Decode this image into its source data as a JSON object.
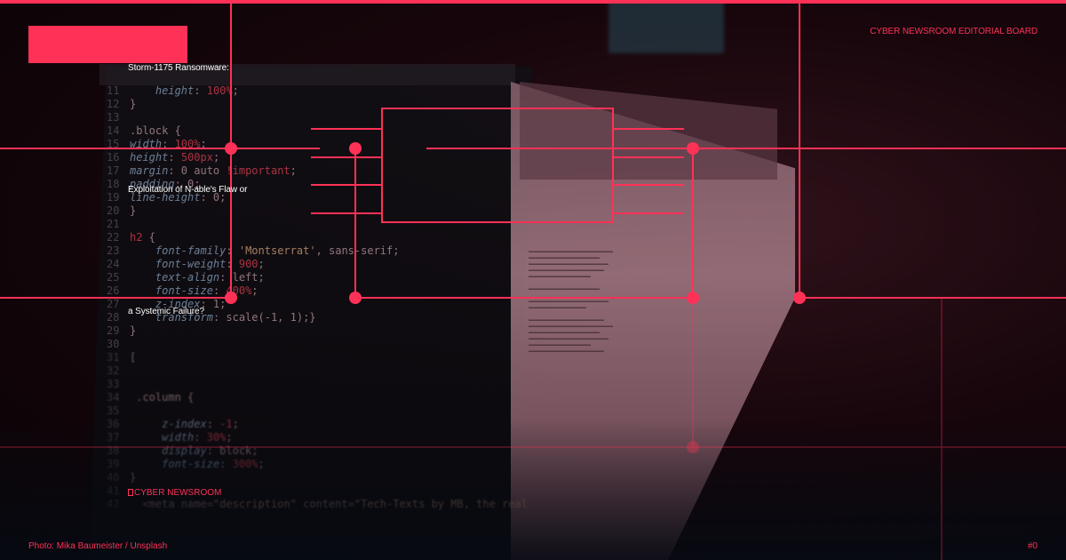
{
  "accent_color": "#ff3157",
  "board_label": "CYBER NEWSROOM EDITORIAL BOARD",
  "headline": {
    "line1": "Storm-1175 Ransomware:",
    "line2": "Exploitation of N-able's Flaw or",
    "line3": "a Systemic Failure?"
  },
  "source_label": "CYBER NEWSROOM",
  "source_icon": "bracket-glyph-icon",
  "photo_credit": "Photo: Mika Baumeister / Unsplash",
  "page_number": "#0"
}
